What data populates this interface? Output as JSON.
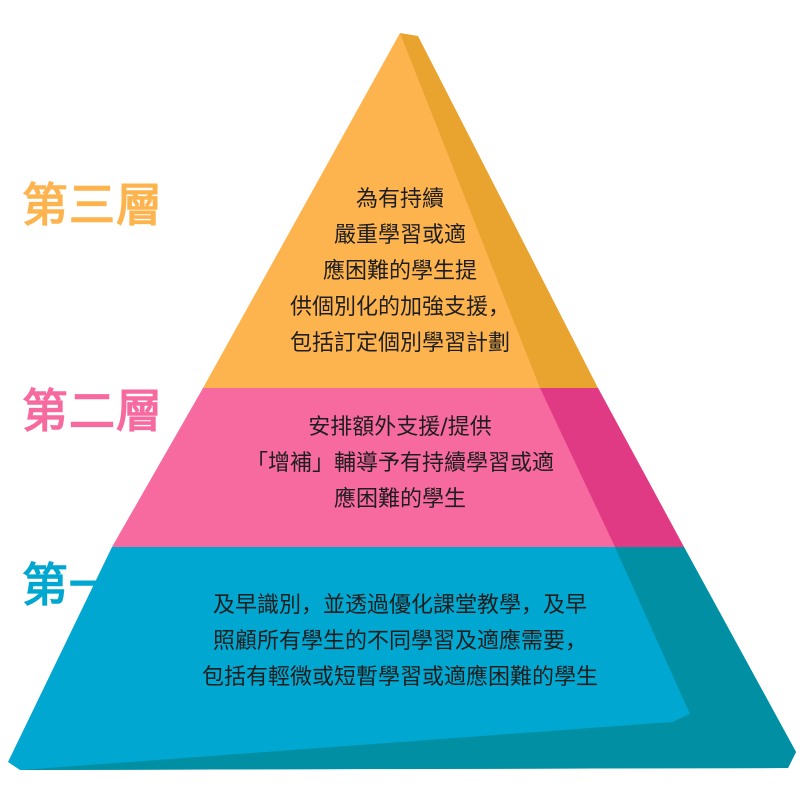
{
  "colors": {
    "tier3_main": "#FDB44F",
    "tier3_shade": "#E9A32F",
    "tier2_main": "#F76AA0",
    "tier2_shade": "#E13A84",
    "tier1_main": "#00A7D0",
    "tier1_shade": "#008FA3"
  },
  "tiers": {
    "tier3": {
      "label": "第三層",
      "label_color": "#FDB44F",
      "lines": [
        "為有持續",
        "嚴重學習或適",
        "應困難的學生提",
        "供個別化的加強支援，",
        "包括訂定個別學習計劃"
      ]
    },
    "tier2": {
      "label": "第二層",
      "label_color": "#F76AA0",
      "lines": [
        "安排額外支援/提供",
        "「增補」輔導予有持續學習或適",
        "應困難的學生"
      ]
    },
    "tier1": {
      "label": "第一層",
      "label_color": "#00A7D0",
      "lines": [
        "及早識別，並透過優化課堂教學，及早",
        "照顧所有學生的不同學習及適應需要，",
        "包括有輕微或短暫學習或適應困難的學生"
      ]
    }
  }
}
